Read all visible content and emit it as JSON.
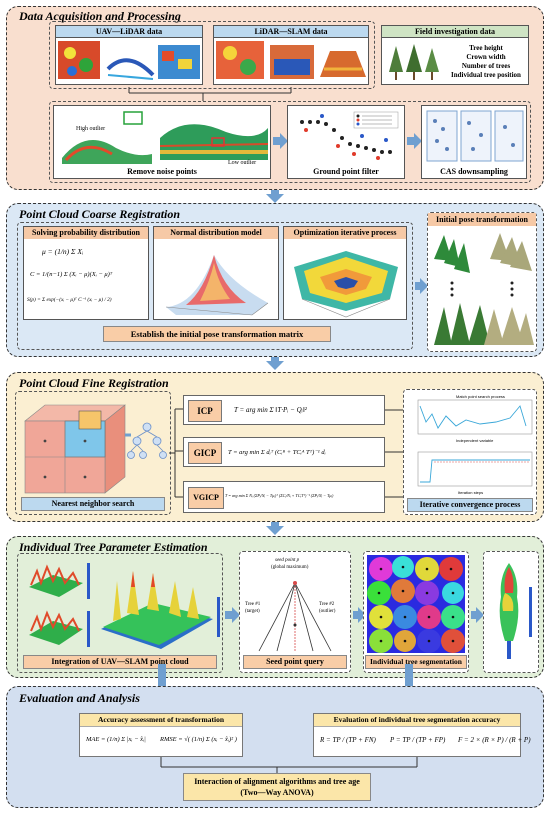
{
  "stages": {
    "s1": {
      "title": "Data Acquisition and Processing"
    },
    "s2": {
      "title": "Point Cloud Coarse Registration"
    },
    "s3": {
      "title": "Point Cloud Fine Registration"
    },
    "s4": {
      "title": "Individual Tree Parameter Estimation"
    },
    "s5": {
      "title": "Evaluation and Analysis"
    }
  },
  "data_acq": {
    "uav_header": "UAV—LiDAR data",
    "slam_header": "LiDAR—SLAM data",
    "field_header": "Field investigation data",
    "field_items": [
      "Tree height",
      "Crown width",
      "Number of trees",
      "Individual tree position"
    ],
    "noise_label": "Remove noise points",
    "noise_annot_high": "High outlier",
    "noise_annot_low": "Low outlier",
    "ground_label": "Ground point filter",
    "cas_label": "CAS downsampling"
  },
  "coarse": {
    "prob_header": "Solving probability distribution",
    "ndm_header": "Normal distribution model",
    "opt_header": "Optimization iterative process",
    "init_header": "Initial pose transformation",
    "matrix_label": "Establish the initial pose transformation matrix",
    "eq1": "μ = (1/n) Σ Xᵢ",
    "eq2": "C = 1/(n−1) Σ (Xᵢ − μ)(Xᵢ − μ)ᵀ",
    "eq3": "S(p) = Σ exp(−(xᵢ − μ)ᵀ C⁻¹ (xᵢ − μ) / 2)"
  },
  "fine": {
    "nn_label": "Nearest neighbor search",
    "icp": "ICP",
    "gicp": "GICP",
    "vgicp": "VGICP",
    "icp_eq": "T = arg min Σ ‖T·Pᵢ − Qᵢ‖²",
    "gicp_eq": "T = arg min Σ dᵢᵀ (Cᵢᴮ + TCᵢᴬ Tᵀ)⁻¹ dᵢ",
    "vgicp_eq": "T = arg min Σ Nᵢ (ΣPⱼ/Nᵢ − Tμᵢ)ᵀ (ΣCⱼ/Nᵢ + TCᵢTᵀ)⁻¹ (ΣPⱼ/Nᵢ − Tμᵢ)",
    "conv_label": "Iterative convergence process",
    "plot1_title": "Match point search process",
    "plot1_xlabel": "Independent variable",
    "plot2_xlabel": "Iteration steps"
  },
  "tree": {
    "integration_label": "Integration of UAV—SLAM point cloud",
    "seed_label": "Seed point query",
    "seg_label": "Individual tree segmentation",
    "seed_title1": "seed point p",
    "seed_title2": "(global maximum)",
    "tree1": "Tree #1",
    "tree1b": "(target)",
    "tree2": "Tree #2",
    "tree2b": "(outlier)"
  },
  "evaluation": {
    "acc_header": "Accuracy assessment of transformation",
    "mae": "MAE = (1/n) Σ |xᵢ − x̂ᵢ|",
    "rmse": "RMSE = √( (1/n) Σ (xᵢ − x̂ᵢ)² )",
    "seg_header": "Evaluation of individual tree segmentation accuracy",
    "recall": "R = TP / (TP + FN)",
    "precision": "P = TP / (TP + FP)",
    "f": "F = 2 × (R × P) / (R + P)",
    "interaction_line1": "Interaction of alignment algorithms and tree age",
    "interaction_line2": "(Two—Way ANOVA)"
  },
  "colors": {
    "stage1_bg": "#f9dfcf",
    "stage2_bg": "#dbe8f5",
    "stage3_bg": "#fbefd2",
    "stage4_bg": "#e2efd9",
    "stage5_bg": "#d3dff0",
    "arrow": "#6f9fd0"
  }
}
